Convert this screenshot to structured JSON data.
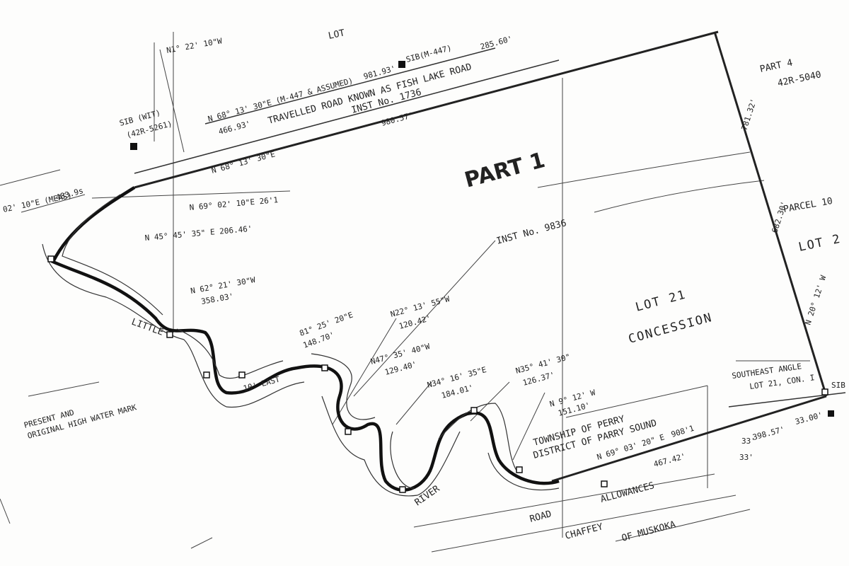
{
  "plan": {
    "part_1": "PART 1",
    "part_4": "PART 4",
    "part_4_ref": "42R-5040",
    "lot_21": "LOT 21",
    "concession": "CONCESSION",
    "lot_2": "LOT 2",
    "parcel": "PARCEL 10",
    "road_name": "TRAVELLED ROAD KNOWN AS FISH LAKE ROAD",
    "inst_1736": "INST No. 1736",
    "inst_9836": "INST No. 9836",
    "township": "TOWNSHIP OF PERRY",
    "district": "DISTRICT OF PARRY SOUND",
    "road_allowances": "ALLOWANCES",
    "road_word": "ROAD",
    "chaffey": "CHAFFEY",
    "muskoka": "OF MUSKOKA",
    "little": "LITTLE",
    "east": "10' EAST",
    "river": "RIVER",
    "high_water_1": "PRESENT AND",
    "high_water_2": "ORIGINAL HIGH WATER MARK",
    "southeast_1": "SOUTHEAST ANGLE",
    "southeast_2": "LOT 21, CON. I",
    "lot_top": "LOT",
    "sib_wit": "SIB (WIT)",
    "sib_wit_ref": "(42R-5261)",
    "sib_m447": "SIB(M-447)",
    "sib_right": "SIB",
    "bearings": {
      "n68_assumed": "N 68° 13' 30\"E (M-447 & ASSUMED)",
      "n68_main": "N 68° 13' 30\"E",
      "n69_02": "N 69° 02' 10\"E 26'1",
      "n45": "N 45° 45' 35\" E 206.46'",
      "n62": "N 62° 21' 30\"W",
      "n62_len": "358.03'",
      "n81": "81° 25' 20\"E",
      "n81_len": "148.70'",
      "n22": "N22° 13' 55\"W",
      "n22_len": "120.42'",
      "n47": "N47° 35' 40\"W",
      "n47_len": "129.40'",
      "n34": "N34° 16' 35\"E",
      "n34_len": "184.01'",
      "n35": "N35° 41' 30\"",
      "n35_len": "126.37'",
      "n9": "N 9° 12' W",
      "n9_len": "151.10'",
      "n69_03": "N 69° 03' 20\" E",
      "n69_03_len": "908'1",
      "n20": "N 20° 12' W",
      "n1": "N1° 22' 10\"W",
      "meas": "02' 10\"E (MEAS)"
    },
    "distances": {
      "d981": "981.93'",
      "d285": "285.60'",
      "d466": "466.93'",
      "d980": "980.57'",
      "d781": "781.32'",
      "d682": "682.30'",
      "d483": "483.9s",
      "d467": "467.42'",
      "d398": "398.57'",
      "d33a": "33'",
      "d33b": "33.00'",
      "d33c": "33'"
    }
  }
}
